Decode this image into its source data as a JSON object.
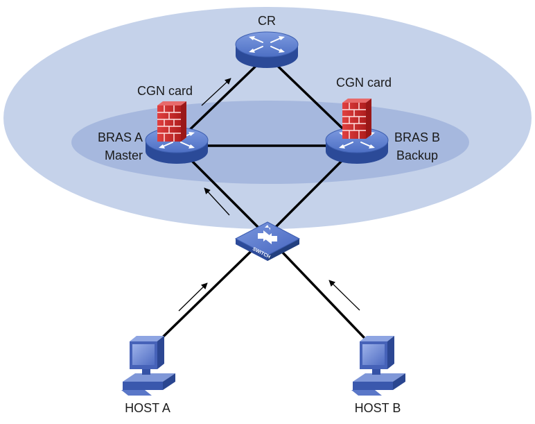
{
  "diagram": {
    "nodes": {
      "cr": {
        "label": "CR",
        "type": "router-icon"
      },
      "bras_a": {
        "label_line1": "BRAS A",
        "label_line2": "Master",
        "type": "router-icon",
        "card": "CGN card"
      },
      "bras_b": {
        "label_line1": "BRAS B",
        "label_line2": "Backup",
        "type": "router-icon",
        "card": "CGN card"
      },
      "switch": {
        "label": "SWITCH",
        "type": "switch-icon"
      },
      "host_a": {
        "label": "HOST A",
        "type": "pc-icon"
      },
      "host_b": {
        "label": "HOST B",
        "type": "pc-icon"
      }
    },
    "links": [
      [
        "cr",
        "bras_a"
      ],
      [
        "cr",
        "bras_b"
      ],
      [
        "bras_a",
        "bras_b"
      ],
      [
        "switch",
        "bras_a"
      ],
      [
        "switch",
        "bras_b"
      ],
      [
        "host_a",
        "switch"
      ],
      [
        "host_b",
        "switch"
      ]
    ],
    "traffic_arrows": [
      "host-a-to-switch",
      "host-b-to-switch",
      "switch-to-bras-a",
      "bras-a-to-cr"
    ],
    "colors": {
      "outer_region": "#c5d2ea",
      "inner_region": "#a6b8de",
      "router_top": "#5a7bcf",
      "router_side": "#2e4f9e",
      "firewall": "#cf2a2a",
      "link": "#000000"
    }
  }
}
